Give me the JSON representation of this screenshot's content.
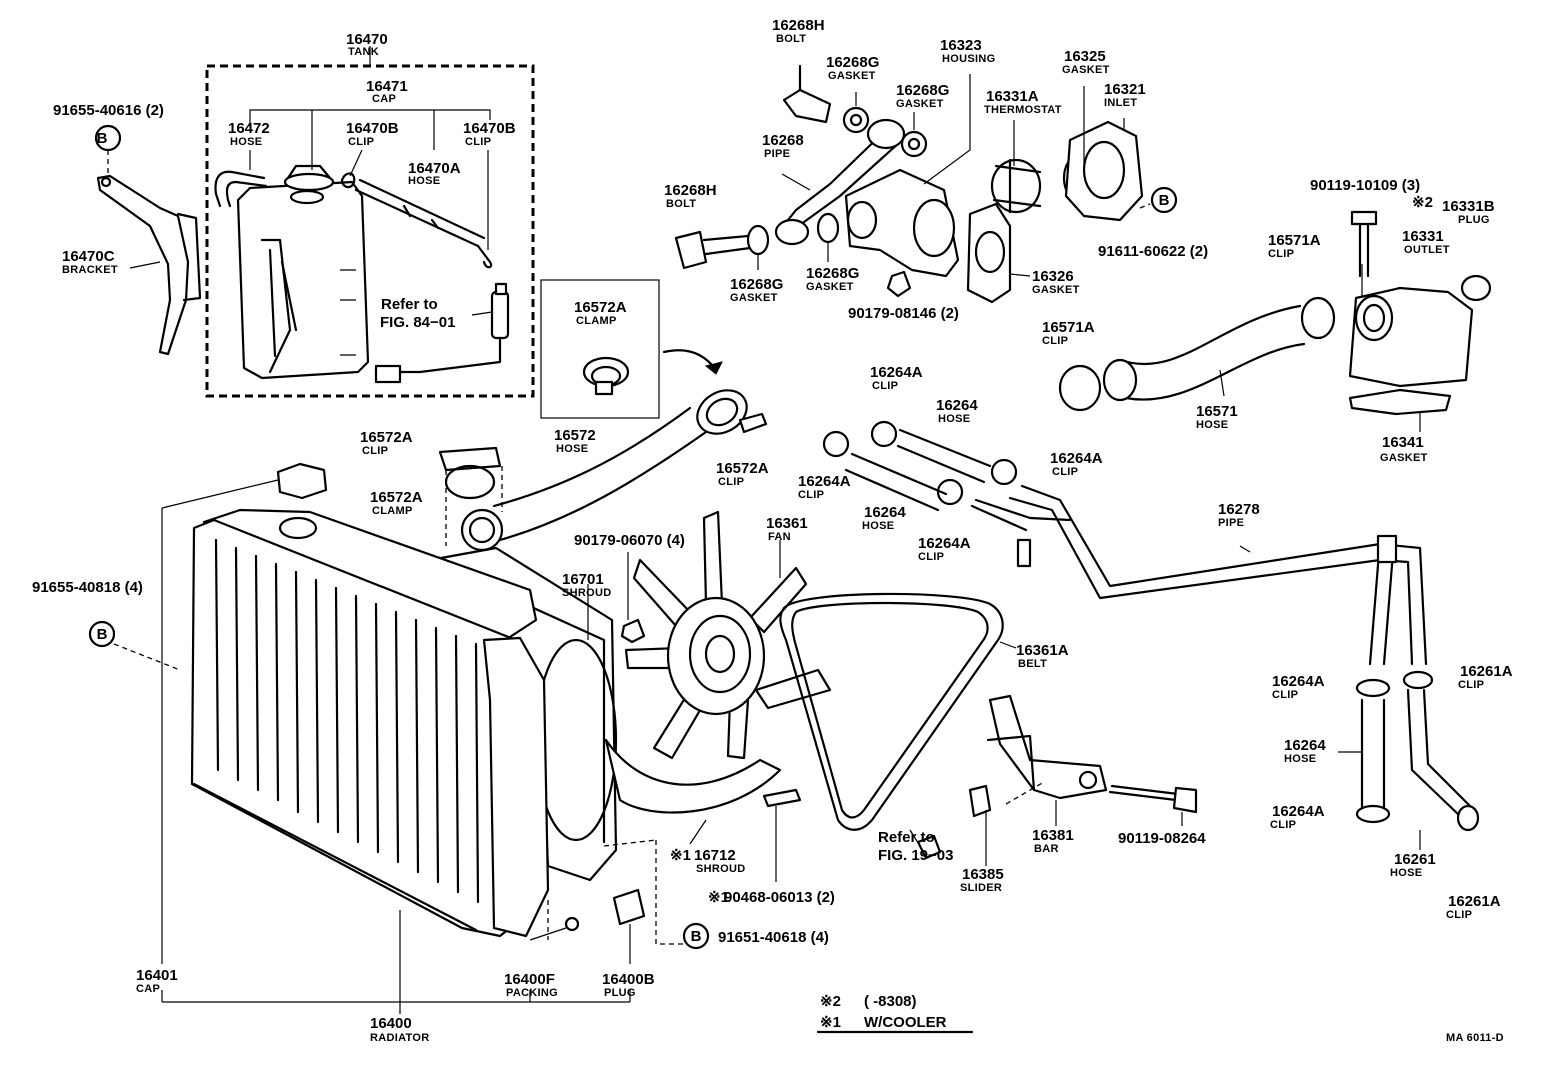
{
  "callouts": {
    "tank": {
      "num": "16470",
      "name": "TANK"
    },
    "tank_cap": {
      "num": "16471",
      "name": "CAP"
    },
    "tank_hose": {
      "num": "16472",
      "name": "HOSE"
    },
    "tank_clip_a": {
      "num": "16470B",
      "name": "CLIP"
    },
    "tank_clip_b": {
      "num": "16470B",
      "name": "CLIP"
    },
    "tank_hose_a": {
      "num": "16470A",
      "name": "HOSE"
    },
    "bracket": {
      "num": "16470C",
      "name": "BRACKET"
    },
    "bolt_91655_40616": {
      "num": "91655-40616 (2)"
    },
    "refer_84": {
      "line1": "Refer to",
      "line2": "FIG. 84−01"
    },
    "clamp_box": {
      "num": "16572A",
      "name": "CLAMP"
    },
    "clip_16572a_left": {
      "num": "16572A",
      "name": "CLIP"
    },
    "clamp_16572a_left": {
      "num": "16572A",
      "name": "CLAMP"
    },
    "hose_16572": {
      "num": "16572",
      "name": "HOSE"
    },
    "clip_16572a_right": {
      "num": "16572A",
      "name": "CLIP"
    },
    "bolt_16268h_top": {
      "num": "16268H",
      "name": "BOLT"
    },
    "gasket_16268g_a": {
      "num": "16268G",
      "name": "GASKET"
    },
    "gasket_16268g_b": {
      "num": "16268G",
      "name": "GASKET"
    },
    "pipe_16268": {
      "num": "16268",
      "name": "PIPE"
    },
    "bolt_16268h_left": {
      "num": "16268H",
      "name": "BOLT"
    },
    "gasket_16268g_c": {
      "num": "16268G",
      "name": "GASKET"
    },
    "gasket_16268g_d": {
      "num": "16268G",
      "name": "GASKET"
    },
    "housing": {
      "num": "16323",
      "name": "HOUSING"
    },
    "thermostat": {
      "num": "16331A",
      "name": "THERMOSTAT"
    },
    "gasket_16325": {
      "num": "16325",
      "name": "GASKET"
    },
    "inlet": {
      "num": "16321",
      "name": "INLET"
    },
    "gasket_16326": {
      "num": "16326",
      "name": "GASKET"
    },
    "nut_90179_08146": {
      "num": "90179-08146 (2)"
    },
    "stud_91611": {
      "num": "91611-60622 (2)"
    },
    "bolt_90119_10109": {
      "num": "90119-10109 (3)"
    },
    "plug_16331b": {
      "mark": "※2",
      "num": "16331B",
      "name": "PLUG"
    },
    "outlet": {
      "num": "16331",
      "name": "OUTLET"
    },
    "clip_16571a_top": {
      "num": "16571A",
      "name": "CLIP"
    },
    "clip_16571a_mid": {
      "num": "16571A",
      "name": "CLIP"
    },
    "hose_16571": {
      "num": "16571",
      "name": "HOSE"
    },
    "gasket_16341": {
      "num": "16341",
      "name": "GASKET"
    },
    "clip_16264a_a": {
      "num": "16264A",
      "name": "CLIP"
    },
    "hose_16264_top": {
      "num": "16264",
      "name": "HOSE"
    },
    "clip_16264a_b": {
      "num": "16264A",
      "name": "CLIP"
    },
    "clip_16264a_c": {
      "num": "16264A",
      "name": "CLIP"
    },
    "hose_16264_mid": {
      "num": "16264",
      "name": "HOSE"
    },
    "clip_16264a_d": {
      "num": "16264A",
      "name": "CLIP"
    },
    "pipe_16278": {
      "num": "16278",
      "name": "PIPE"
    },
    "fan": {
      "num": "16361",
      "name": "FAN"
    },
    "nut_90179_06070": {
      "num": "90179-06070 (4)"
    },
    "shroud_16701": {
      "num": "16701",
      "name": "SHROUD"
    },
    "belt": {
      "num": "16361A",
      "name": "BELT"
    },
    "bolt_91655_40818": {
      "num": "91655-40818 (4)"
    },
    "shroud_16712": {
      "mark": "※1",
      "num": "16712",
      "name": "SHROUD"
    },
    "bolt_90468": {
      "mark": "※1",
      "num": "90468-06013 (2)"
    },
    "refer_19": {
      "line1": "Refer to",
      "line2": "FIG. 19−03"
    },
    "slider": {
      "num": "16385",
      "name": "SLIDER"
    },
    "bar": {
      "num": "16381",
      "name": "BAR"
    },
    "bolt_90119_08264": {
      "num": "90119-08264"
    },
    "clip_16264a_r1": {
      "num": "16264A",
      "name": "CLIP"
    },
    "hose_16264_r": {
      "num": "16264",
      "name": "HOSE"
    },
    "clip_16264a_r2": {
      "num": "16264A",
      "name": "CLIP"
    },
    "clip_16261a_top": {
      "num": "16261A",
      "name": "CLIP"
    },
    "hose_16261": {
      "num": "16261",
      "name": "HOSE"
    },
    "clip_16261a_bot": {
      "num": "16261A",
      "name": "CLIP"
    },
    "bolt_91651": {
      "num": "91651-40618 (4)"
    },
    "cap_16401": {
      "num": "16401",
      "name": "CAP"
    },
    "packing": {
      "num": "16400F",
      "name": "PACKING"
    },
    "plug_16400b": {
      "num": "16400B",
      "name": "PLUG"
    },
    "radiator": {
      "num": "16400",
      "name": "RADIATOR"
    }
  },
  "circle_marker": "B",
  "legend": {
    "note2_mark": "※2",
    "note2_text": "(        -8308)",
    "note1_mark": "※1",
    "note1_text": "W/COOLER"
  },
  "figure_code": "MA 6011-D"
}
